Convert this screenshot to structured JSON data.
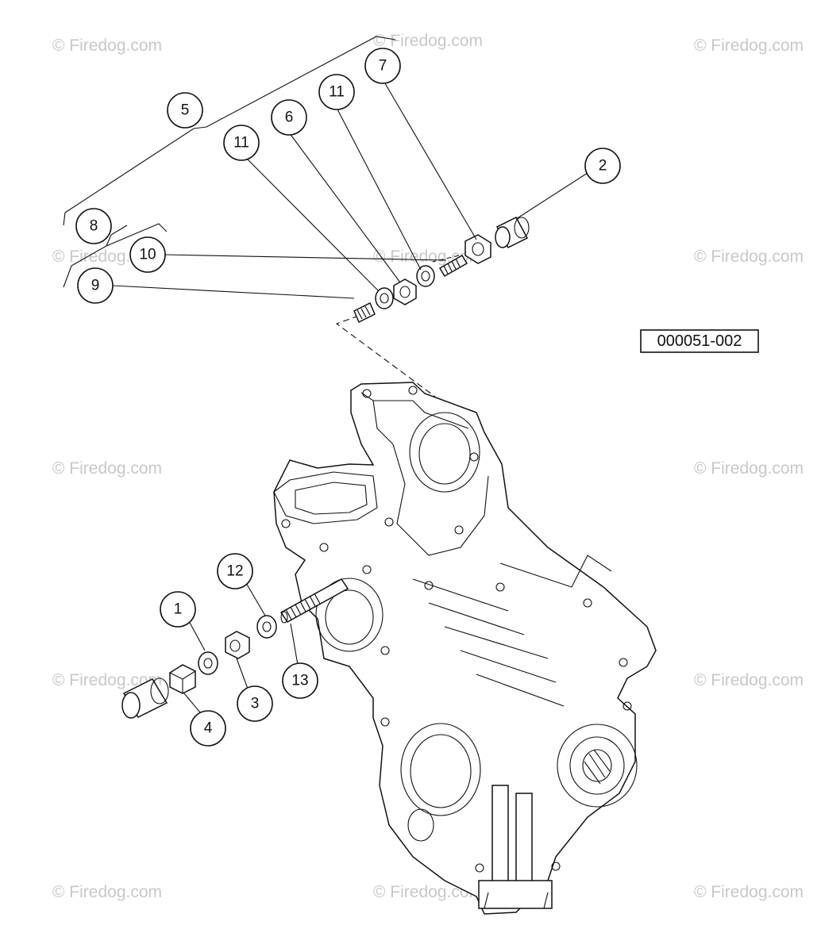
{
  "diagram": {
    "reference_number": "000051-002",
    "watermark_text": "© Firedog.com",
    "callouts": [
      "1",
      "2",
      "3",
      "4",
      "5",
      "6",
      "7",
      "8",
      "9",
      "10",
      "11",
      "11",
      "12",
      "13"
    ]
  },
  "colors": {
    "line": "#111111",
    "watermark": "#c8c8c8",
    "background": "#ffffff"
  }
}
